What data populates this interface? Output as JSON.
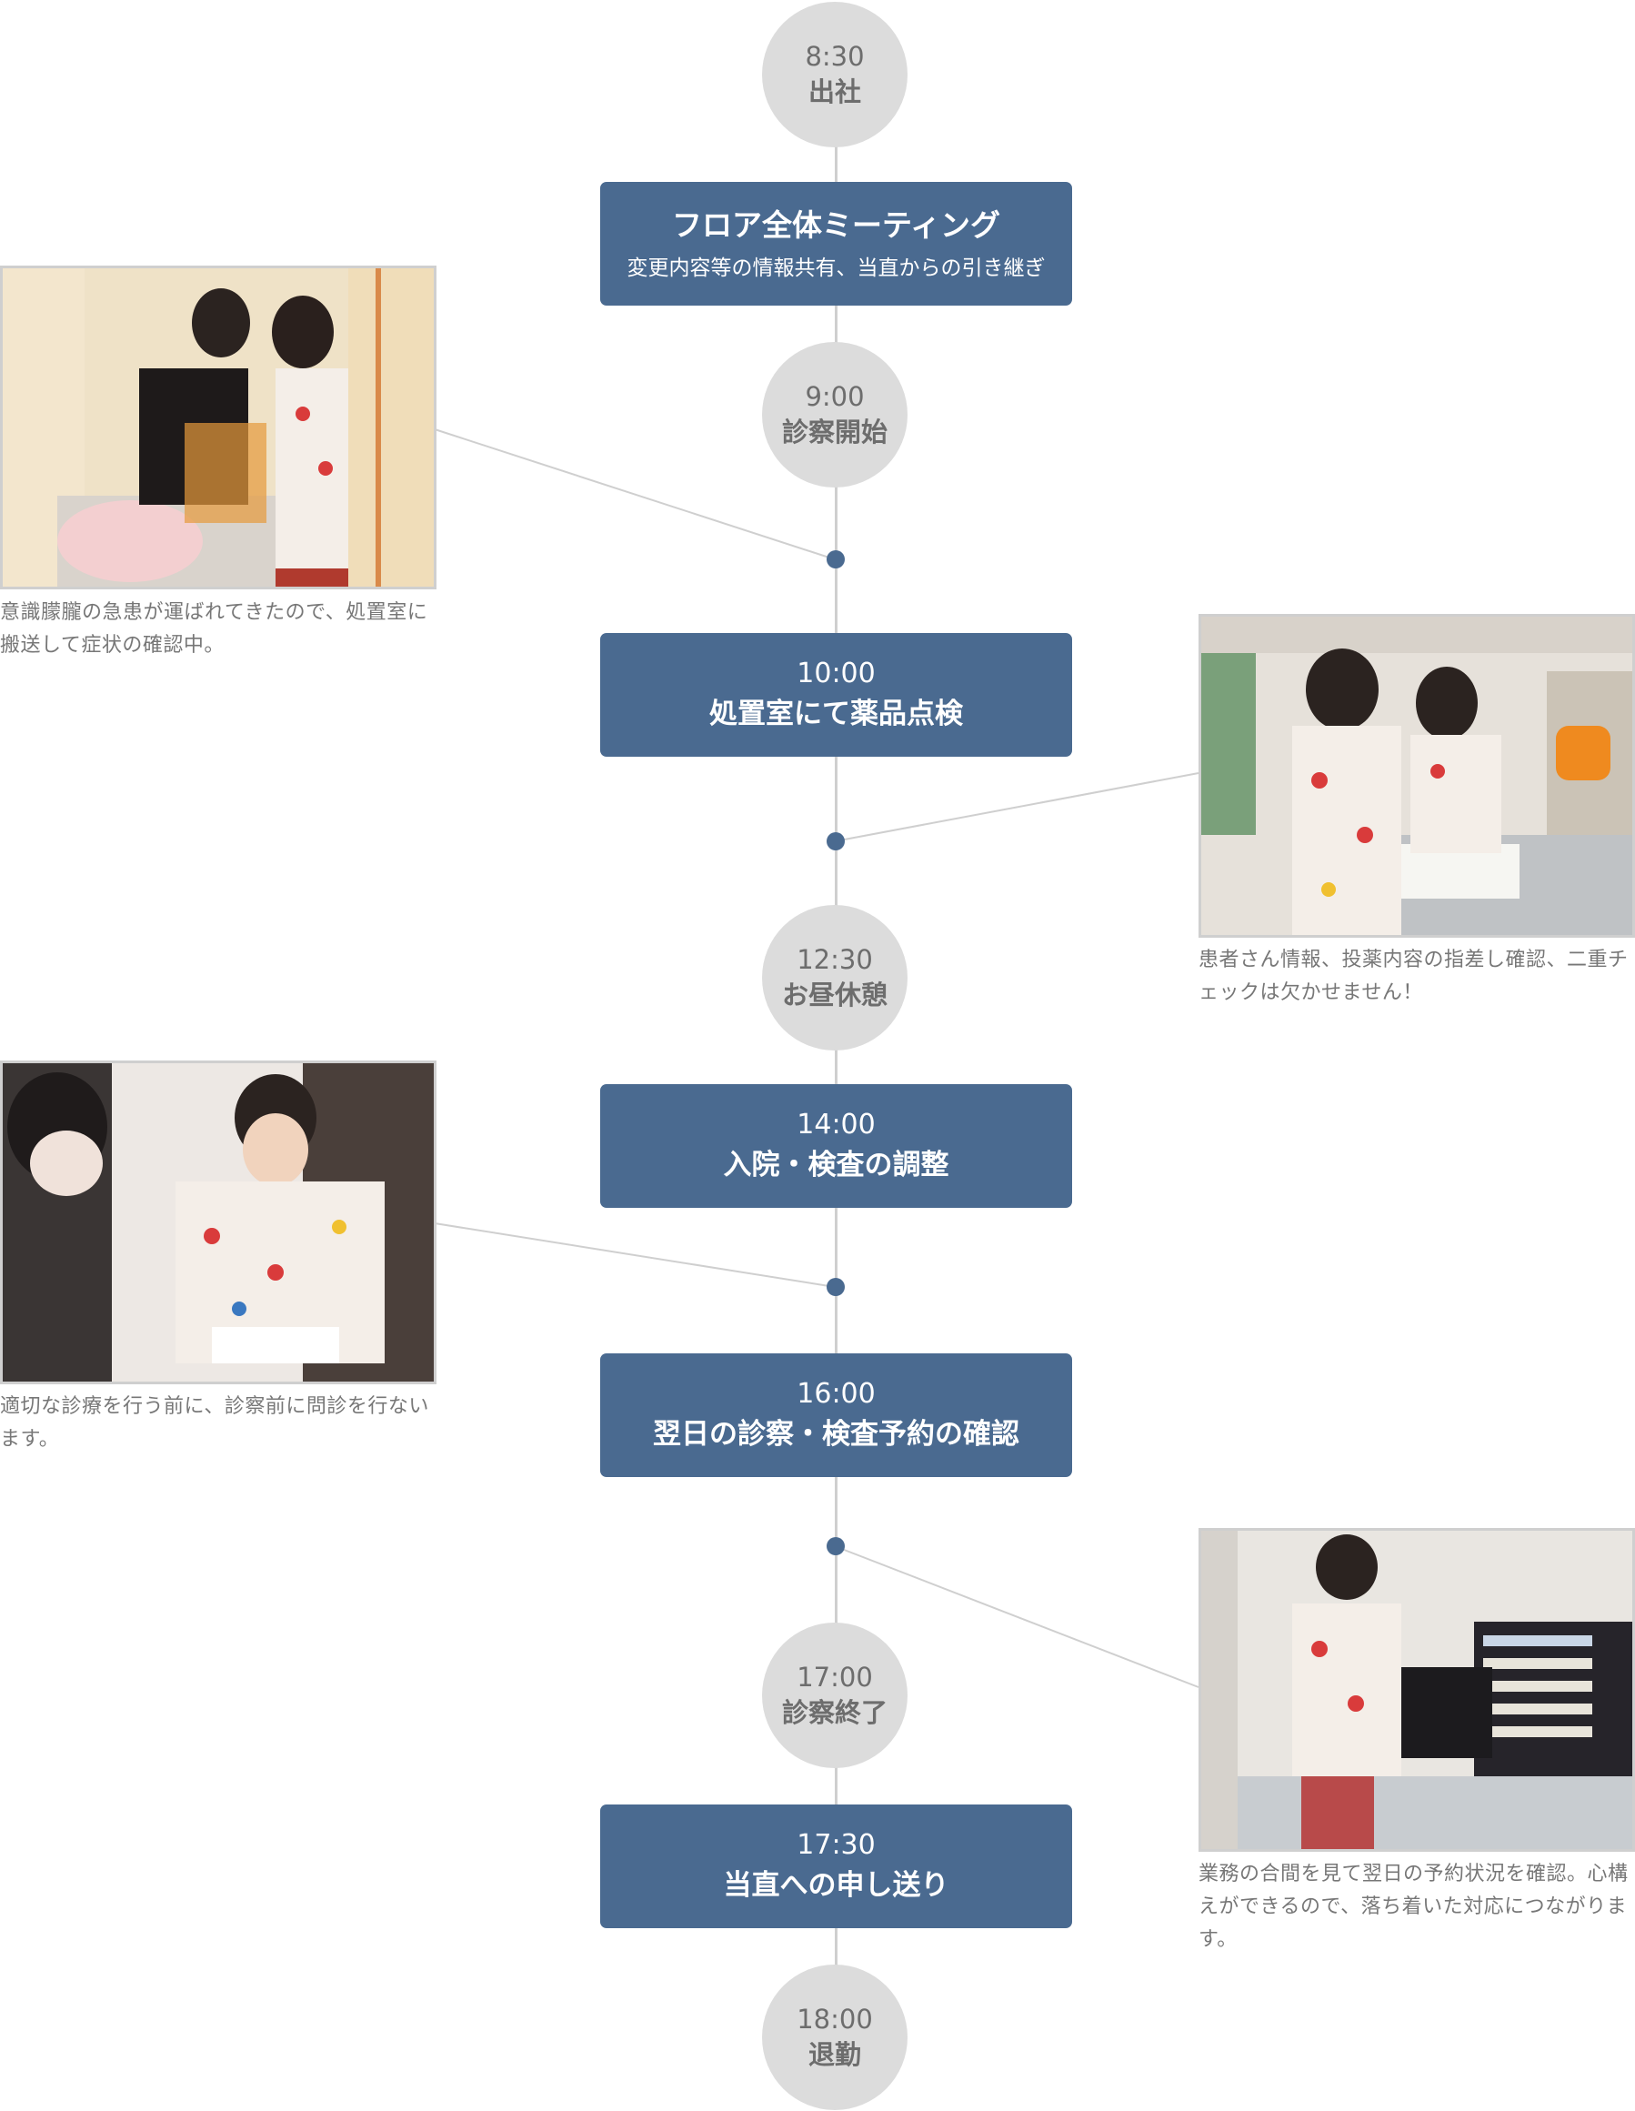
{
  "stages": [
    {
      "time": "8:30",
      "label": "出社"
    },
    {
      "time": "9:00",
      "label": "診察開始"
    },
    {
      "time": "12:30",
      "label": "お昼休憩"
    },
    {
      "time": "17:00",
      "label": "診察終了"
    },
    {
      "time": "18:00",
      "label": "退勤"
    }
  ],
  "tasks": [
    {
      "title": "フロア全体ミーティング",
      "subtitle": "変更内容等の情報共有、当直からの引き継ぎ"
    },
    {
      "time": "10:00",
      "label": "処置室にて薬品点検"
    },
    {
      "time": "14:00",
      "label": "入院・検査の調整"
    },
    {
      "time": "16:00",
      "label": "翌日の診察・検査予約の確認"
    },
    {
      "time": "17:30",
      "label": "当直への申し送り"
    }
  ],
  "photos": [
    {
      "caption": "意識朦朧の急患が運ばれてきたので、処置室に搬送して症状の確認中。"
    },
    {
      "caption": "患者さん情報、投薬内容の指差し確認、二重チェックは欠かせません！"
    },
    {
      "caption": "適切な診療を行う前に、診察前に問診を行ないます。"
    },
    {
      "caption": "業務の合間を見て翌日の予約状況を確認。心構えができるので、落ち着いた対応につながります。"
    }
  ],
  "colors": {
    "box": "#4a6a90",
    "circle": "#dcdcdc",
    "circle_text": "#6d6d6d",
    "line": "#cfcfcf",
    "caption_text": "#777777"
  }
}
